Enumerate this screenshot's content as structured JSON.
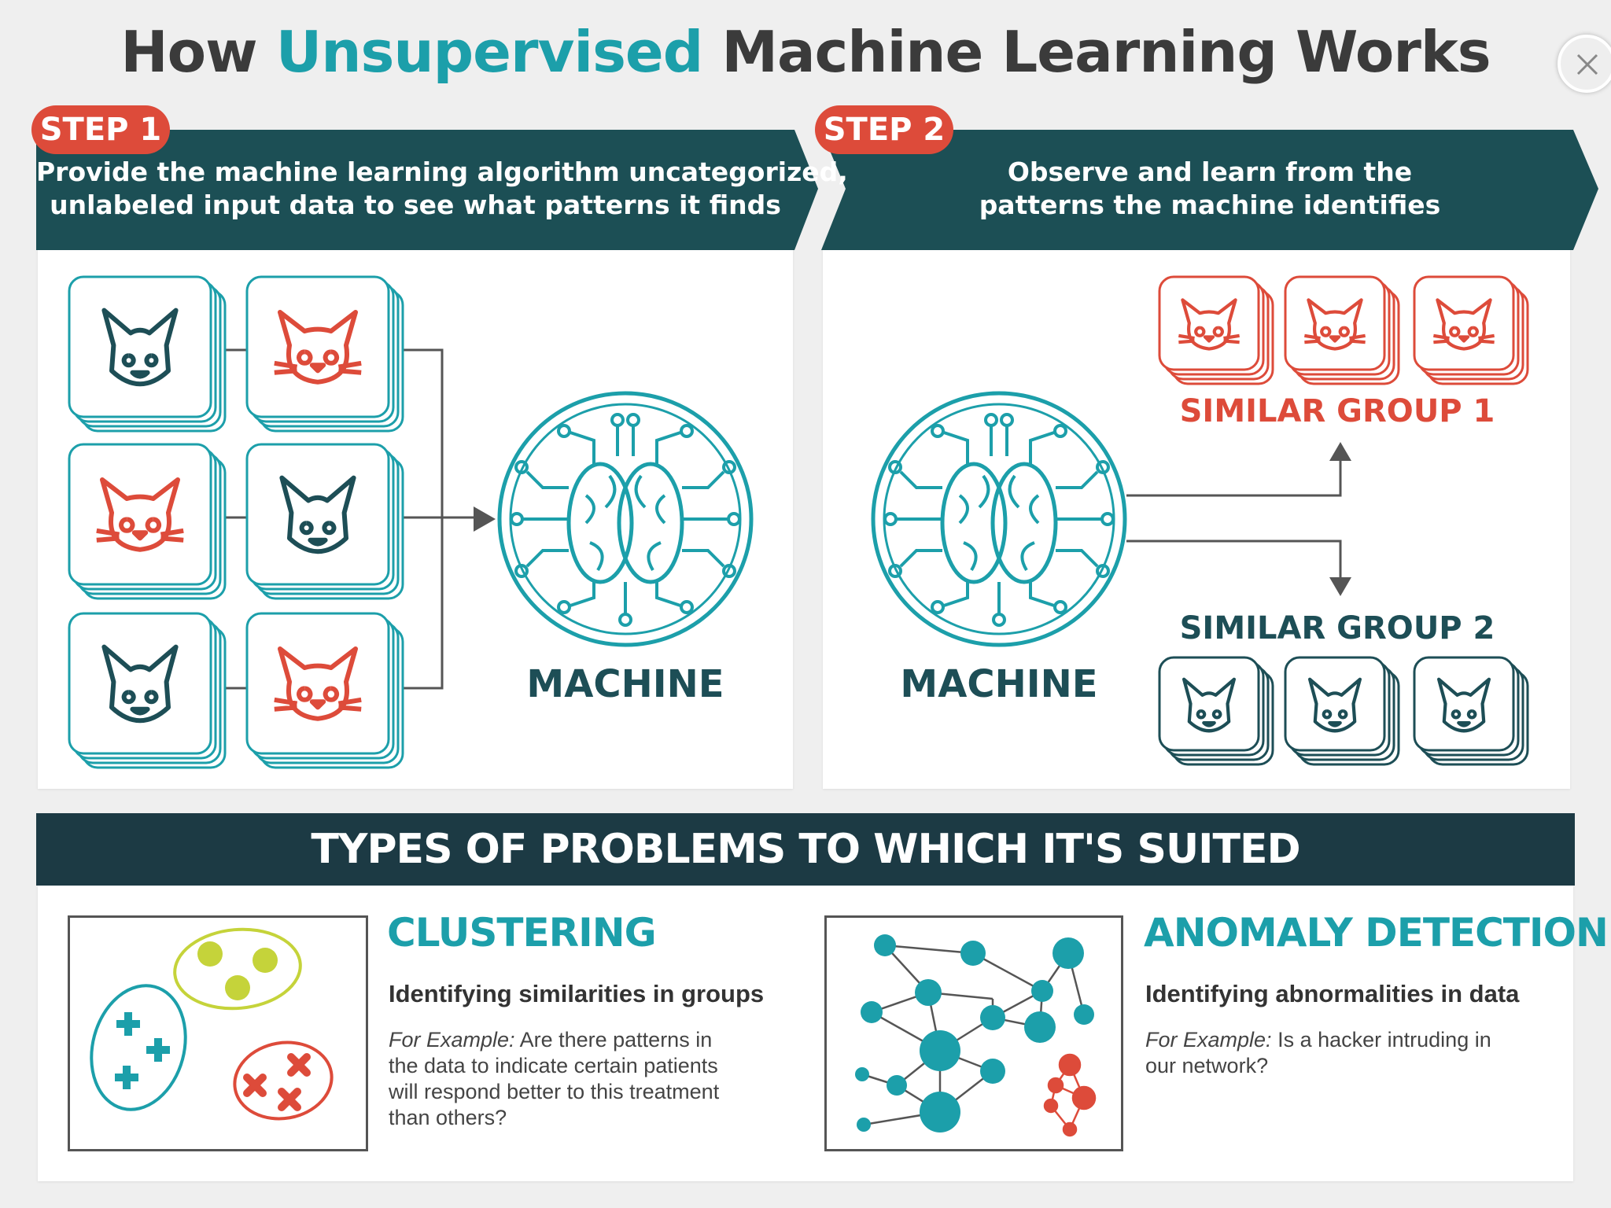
{
  "title": {
    "prefix": "How",
    "highlight": "Unsupervised",
    "suffix": "Machine Learning Works"
  },
  "step1": {
    "label": "STEP 1",
    "text_line1": "Provide the machine learning algorithm uncategorized,",
    "text_line2": "unlabeled input data to see what patterns it finds",
    "machine_label": "MACHINE"
  },
  "step2": {
    "label": "STEP 2",
    "text_line1": "Observe and learn from the",
    "text_line2": "patterns the machine identifies",
    "machine_label": "MACHINE",
    "group1_label": "SIMILAR GROUP 1",
    "group2_label": "SIMILAR GROUP 2"
  },
  "problems": {
    "title": "TYPES OF PROBLEMS TO WHICH IT'S SUITED"
  },
  "clustering": {
    "title": "CLUSTERING",
    "subtitle": "Identifying similarities in groups",
    "example_prefix": "For Example:",
    "example_text": "Are there patterns in\nthe data to indicate certain patients\nwill respond better to this treatment\nthan others?"
  },
  "anomaly": {
    "title": "ANOMALY DETECTION",
    "subtitle": "Identifying abnormalities in data",
    "example_prefix": "For Example:",
    "example_text": "Is a hacker intruding in\nour network?"
  },
  "icons": {
    "step1_cards": [
      "dog-icon",
      "cat-icon",
      "cat-icon",
      "dog-icon",
      "dog-icon",
      "cat-icon"
    ],
    "group1_cards": [
      "cat-icon",
      "cat-icon",
      "cat-icon"
    ],
    "group2_cards": [
      "dog-icon",
      "dog-icon",
      "dog-icon"
    ]
  },
  "colors": {
    "teal": "#1c9faa",
    "dark_teal": "#1d4e56",
    "banner": "#1c4f55",
    "red": "#dd4b3a",
    "lime": "#c5d33a",
    "problems_bar": "#1c3a44"
  }
}
